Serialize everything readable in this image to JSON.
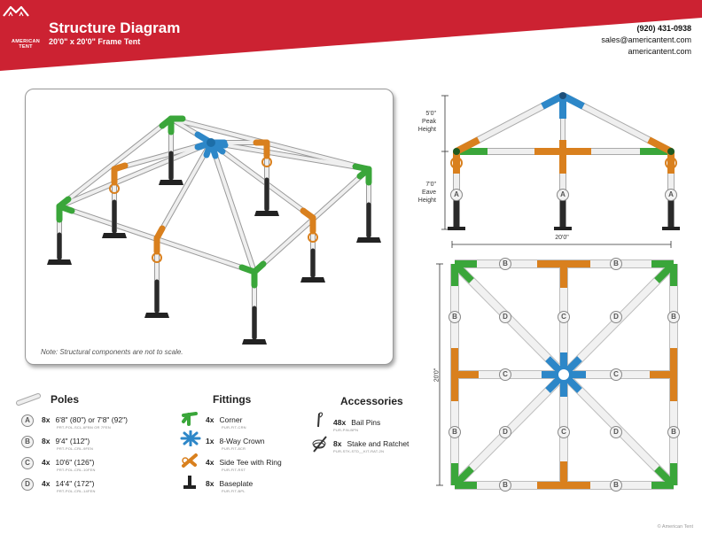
{
  "header": {
    "title": "Structure Diagram",
    "subtitle": "20'0\" x 20'0\" Frame Tent",
    "logo_text": "AMERICAN TENT",
    "phone": "(920) 431-0938",
    "email": "sales@americantent.com",
    "website": "americantent.com",
    "brand_color": "#cc2232"
  },
  "diagram": {
    "note": "Note: Structural components are not to scale.",
    "peak_height": "5'0\"",
    "peak_label_1": "Peak",
    "peak_label_2": "Height",
    "eave_height": "7'0\"",
    "eave_label_1": "Eave",
    "eave_label_2": "Height",
    "side_width": "20'0\"",
    "plan_depth": "20'0\"",
    "pole_letters": [
      "A",
      "B",
      "C",
      "D"
    ]
  },
  "poles": {
    "heading": "Poles",
    "items": [
      {
        "letter": "A",
        "qty": "8x",
        "desc": "6'8\" (80\") or 7'8\" (92\")",
        "code": "PRT-POL-SCL-6FBN OR 7FEN"
      },
      {
        "letter": "B",
        "qty": "8x",
        "desc": "9'4\" (112\")",
        "code": "PRT-POL-CRL-9FEN"
      },
      {
        "letter": "C",
        "qty": "4x",
        "desc": "10'6\" (126\")",
        "code": "PRT-POL-CRL-10FEN"
      },
      {
        "letter": "D",
        "qty": "4x",
        "desc": "14'4\" (172\")",
        "code": "PRT-POL-CRL-14FEN"
      }
    ]
  },
  "fittings": {
    "heading": "Fittings",
    "items": [
      {
        "icon": "corner-fitting-icon",
        "qty": "4x",
        "desc": "Corner",
        "code": "PUR-FIT-CRN",
        "color": "#3aa63a"
      },
      {
        "icon": "crown-fitting-icon",
        "qty": "1x",
        "desc": "8-Way Crown",
        "code": "PUR-FIT-8CR",
        "color": "#2d87c8"
      },
      {
        "icon": "side-tee-icon",
        "qty": "4x",
        "desc": "Side Tee with Ring",
        "code": "PUR-FIT-RST",
        "color": "#d9801e"
      },
      {
        "icon": "baseplate-icon",
        "qty": "8x",
        "desc": "Baseplate",
        "code": "PUR-FIT-BPL",
        "color": "#222222"
      }
    ]
  },
  "accessories": {
    "heading": "Accessories",
    "items": [
      {
        "icon": "bail-pin-icon",
        "qty": "48x",
        "desc": "Bail Pins",
        "code": "PUR-PIN-BPN"
      },
      {
        "icon": "stake-ratchet-icon",
        "qty": "8x",
        "desc": "Stake and Ratchet",
        "code": "PUR-STK-STD__KIT-RAT-2N"
      }
    ]
  },
  "footer": {
    "copyright": "© American Tent"
  },
  "colors": {
    "corner": "#3aa63a",
    "crown": "#2d87c8",
    "tee": "#d9801e",
    "pole": "#e4e4e4",
    "leg": "#2a2a2a"
  }
}
